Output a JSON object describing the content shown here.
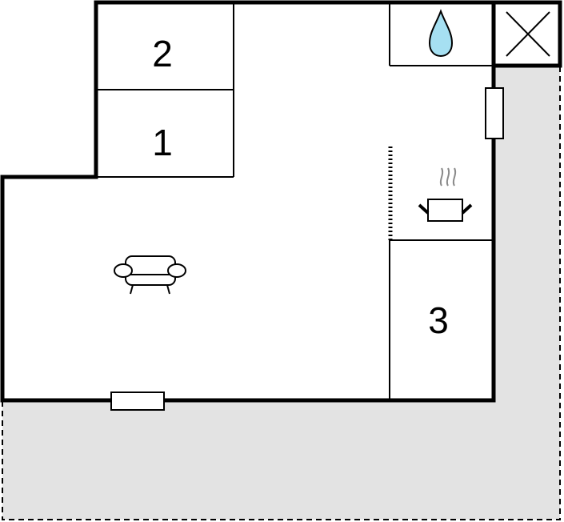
{
  "floorplan": {
    "rooms": [
      {
        "id": "room-2",
        "label": "2"
      },
      {
        "id": "room-1",
        "label": "1"
      },
      {
        "id": "room-3",
        "label": "3"
      }
    ],
    "icons": {
      "water": "water-drop-icon",
      "cross": "cross-box-icon",
      "kitchen": "cooking-pot-icon",
      "sofa": "sofa-icon"
    },
    "colors": {
      "wall": "#000000",
      "terrace": "#e3e3e3",
      "water": "#a6e0f2",
      "background": "#ffffff"
    }
  }
}
